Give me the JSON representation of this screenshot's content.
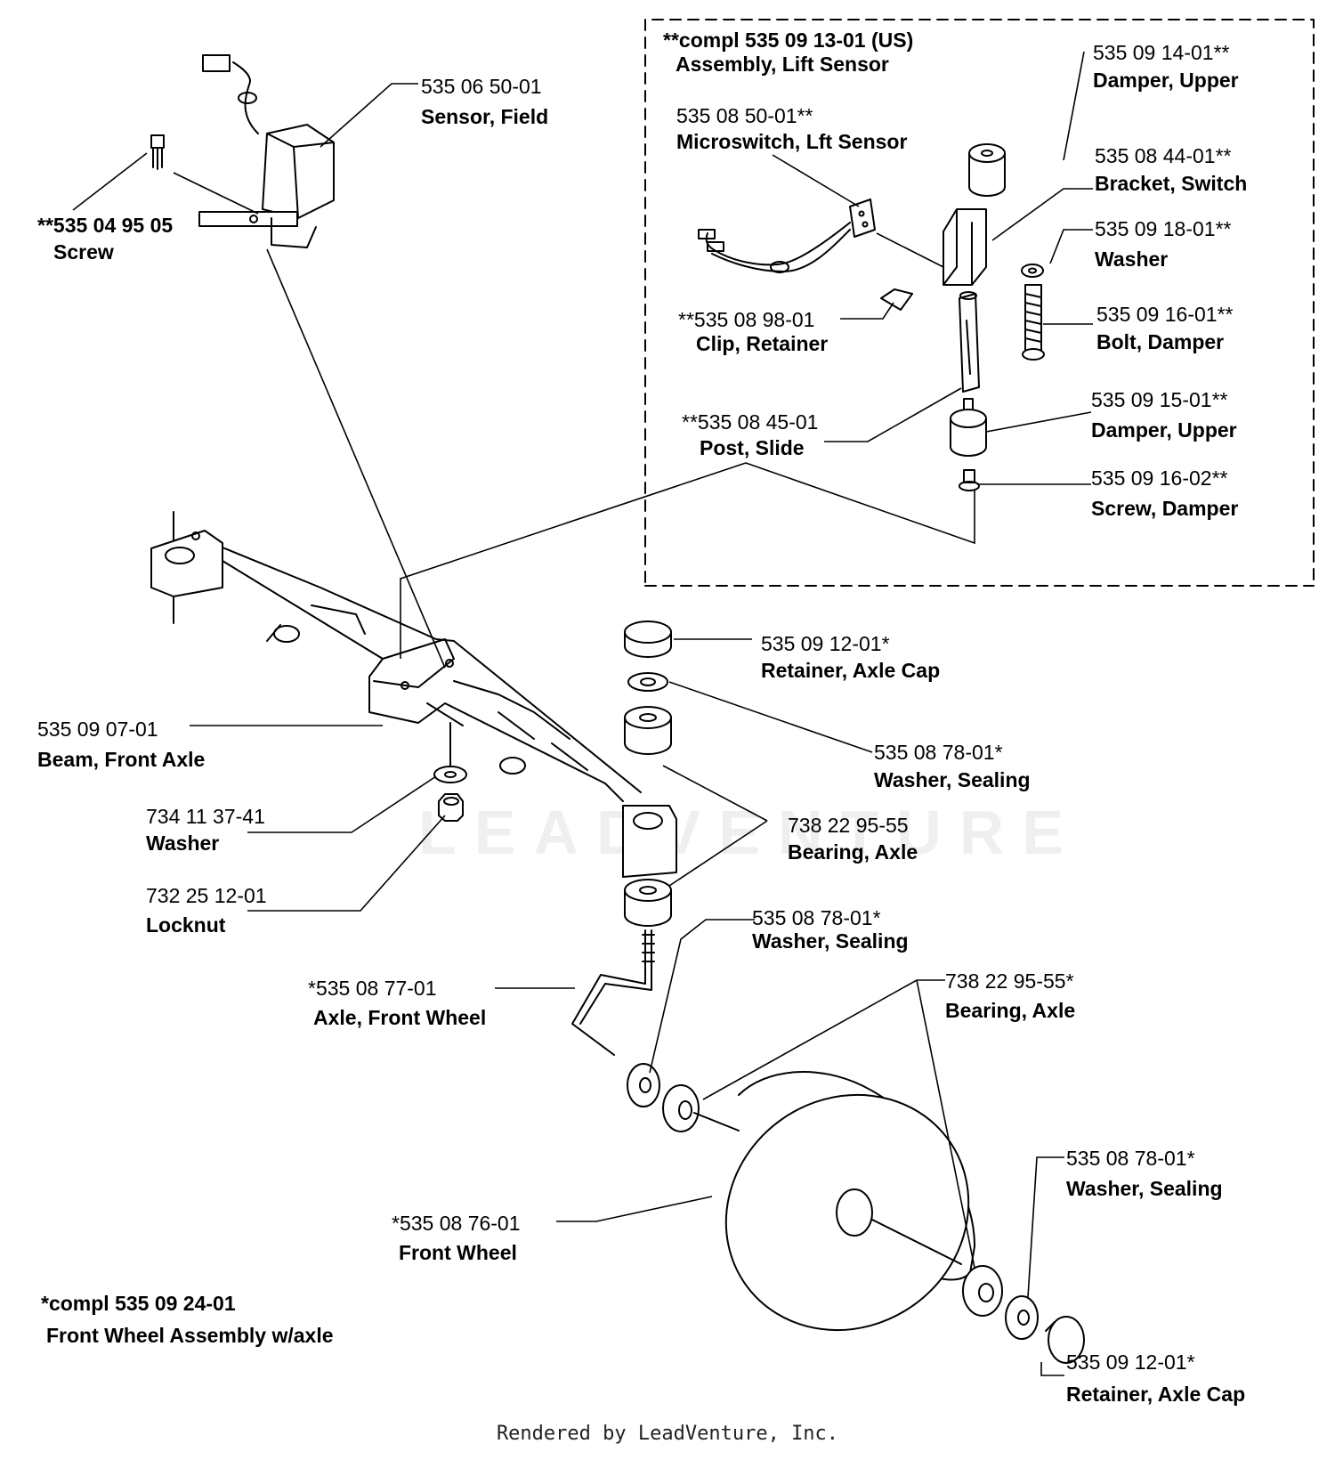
{
  "kit_lift_sensor": {
    "code": "**compl 535 09 13-01 (US)",
    "name": "Assembly, Lift Sensor"
  },
  "kit_front_wheel": {
    "code": "*compl 535 09 24-01",
    "name": "Front Wheel Assembly w/axle"
  },
  "parts": {
    "sensor_field": {
      "number": "535 06 50-01",
      "name": "Sensor, Field"
    },
    "screw": {
      "number": "**535 04 95 05",
      "name": "Screw"
    },
    "microswitch": {
      "number": "535 08 50-01**",
      "name": "Microswitch, Lft Sensor"
    },
    "damper_upper_top": {
      "number": "535 09 14-01**",
      "name": "Damper, Upper"
    },
    "bracket_switch": {
      "number": "535 08 44-01**",
      "name": "Bracket, Switch"
    },
    "washer_sensor": {
      "number": "535 09 18-01**",
      "name": "Washer"
    },
    "clip_retainer": {
      "number": "**535 08 98-01",
      "name": "Clip, Retainer"
    },
    "bolt_damper": {
      "number": "535 09 16-01**",
      "name": "Bolt, Damper"
    },
    "post_slide": {
      "number": "**535 08 45-01",
      "name": "Post, Slide"
    },
    "damper_upper_lower": {
      "number": "535 09 15-01**",
      "name": "Damper, Upper"
    },
    "screw_damper": {
      "number": "535 09 16-02**",
      "name": "Screw, Damper"
    },
    "retainer_cap_top": {
      "number": "535 09 12-01*",
      "name": "Retainer, Axle Cap"
    },
    "beam_front_axle": {
      "number": "535 09 07-01",
      "name": "Beam, Front Axle"
    },
    "washer_sealing_top": {
      "number": "535 08 78-01*",
      "name": "Washer, Sealing"
    },
    "washer_734": {
      "number": "734 11 37-41",
      "name": "Washer"
    },
    "bearing_axle_top": {
      "number": "738 22 95-55",
      "name": "Bearing, Axle"
    },
    "locknut": {
      "number": "732 25 12-01",
      "name": "Locknut"
    },
    "washer_sealing_mid": {
      "number": "535 08 78-01*",
      "name": "Washer, Sealing"
    },
    "axle_front_wheel": {
      "number": "*535 08 77-01",
      "name": "Axle, Front Wheel"
    },
    "bearing_axle_wheel": {
      "number": "738 22 95-55*",
      "name": "Bearing, Axle"
    },
    "washer_sealing_right": {
      "number": "535 08 78-01*",
      "name": "Washer, Sealing"
    },
    "front_wheel": {
      "number": "*535 08 76-01",
      "name": "Front Wheel"
    },
    "retainer_cap_bottom": {
      "number": "535 09 12-01*",
      "name": "Retainer, Axle Cap"
    }
  },
  "watermark": "LEADVENTURE",
  "footer": "Rendered by LeadVenture, Inc."
}
